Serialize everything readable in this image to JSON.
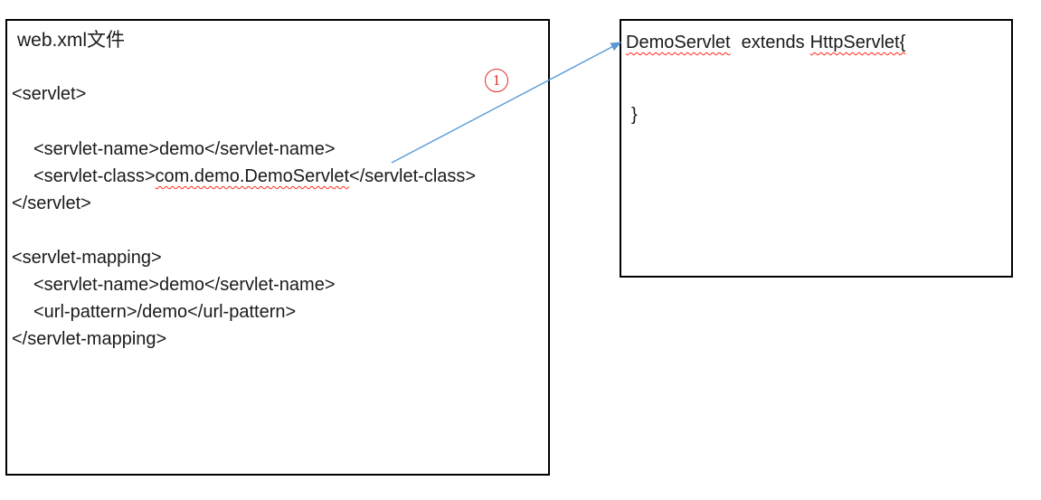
{
  "left_panel": {
    "title": "web.xml文件",
    "servlet_block": {
      "open_tag": "<servlet>",
      "name_line": "<servlet-name>demo</servlet-name>",
      "class_open": "<servlet-class>",
      "class_value": "com.demo.DemoServlet",
      "class_close": "</servlet-class>",
      "close_tag": "</servlet>"
    },
    "mapping_block": {
      "open_tag": "<servlet-mapping>",
      "name_line": "<servlet-name>demo</servlet-name>",
      "url_line": "<url-pattern>/demo</url-pattern>",
      "close_tag": "</servlet-mapping>"
    }
  },
  "right_panel": {
    "class_name": "DemoServlet",
    "extends_keyword": "extends",
    "superclass_decl": "HttpServlet{",
    "closing_brace": "}"
  },
  "annotation": {
    "step_number": "1"
  },
  "colors": {
    "arrow_blue": "#5b9bd5",
    "annotation_red": "#e03022",
    "squiggle_red": "#ff2a1a",
    "border_black": "#000000"
  }
}
